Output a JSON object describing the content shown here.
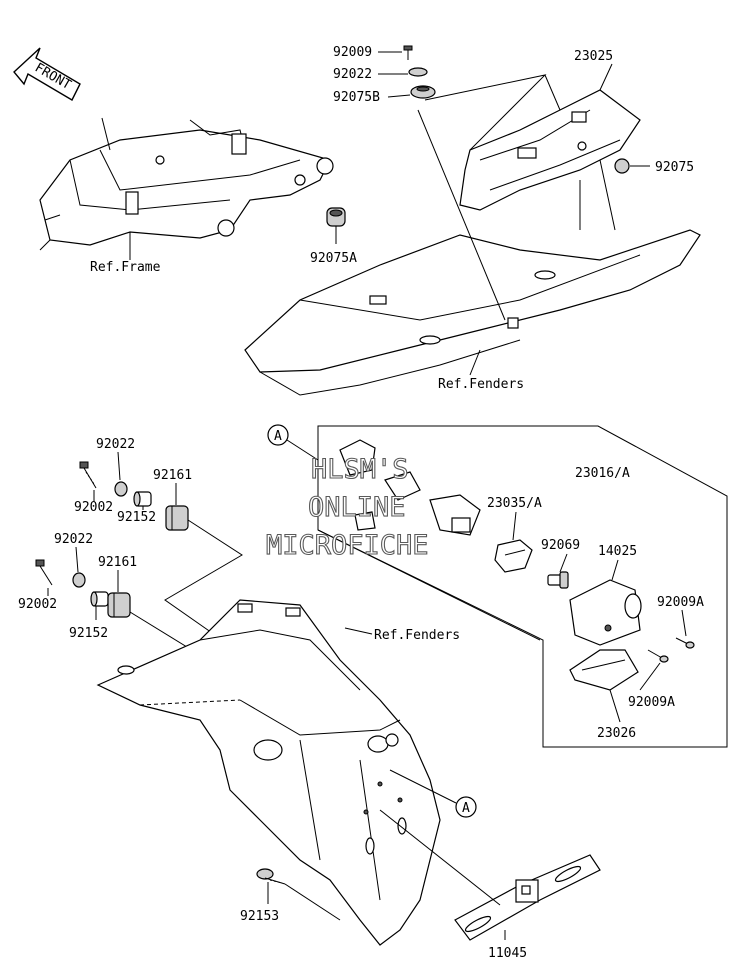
{
  "front_label": "FRONT",
  "watermark": {
    "line1": "HLSM'S",
    "line2": "ONLINE",
    "line3": "MICROFICHE"
  },
  "refs": {
    "frame": "Ref.Frame",
    "fenders_upper": "Ref.Fenders",
    "fenders_lower": "Ref.Fenders"
  },
  "callout": {
    "a_upper": "A",
    "a_lower": "A"
  },
  "parts": {
    "p92009": "92009",
    "p92022_top": "92022",
    "p92075B": "92075B",
    "p23025": "23025",
    "p92075": "92075",
    "p92075A": "92075A",
    "p23016A": "23016/A",
    "p23035A": "23035/A",
    "p92069": "92069",
    "p14025": "14025",
    "p92009A_1": "92009A",
    "p92009A_2": "92009A",
    "p23026": "23026",
    "p92022_a": "92022",
    "p92002_a": "92002",
    "p92161_a": "92161",
    "p92152_a": "92152",
    "p92022_b": "92022",
    "p92161_b": "92161",
    "p92002_b": "92002",
    "p92152_b": "92152",
    "p92153": "92153",
    "p11045": "11045"
  }
}
